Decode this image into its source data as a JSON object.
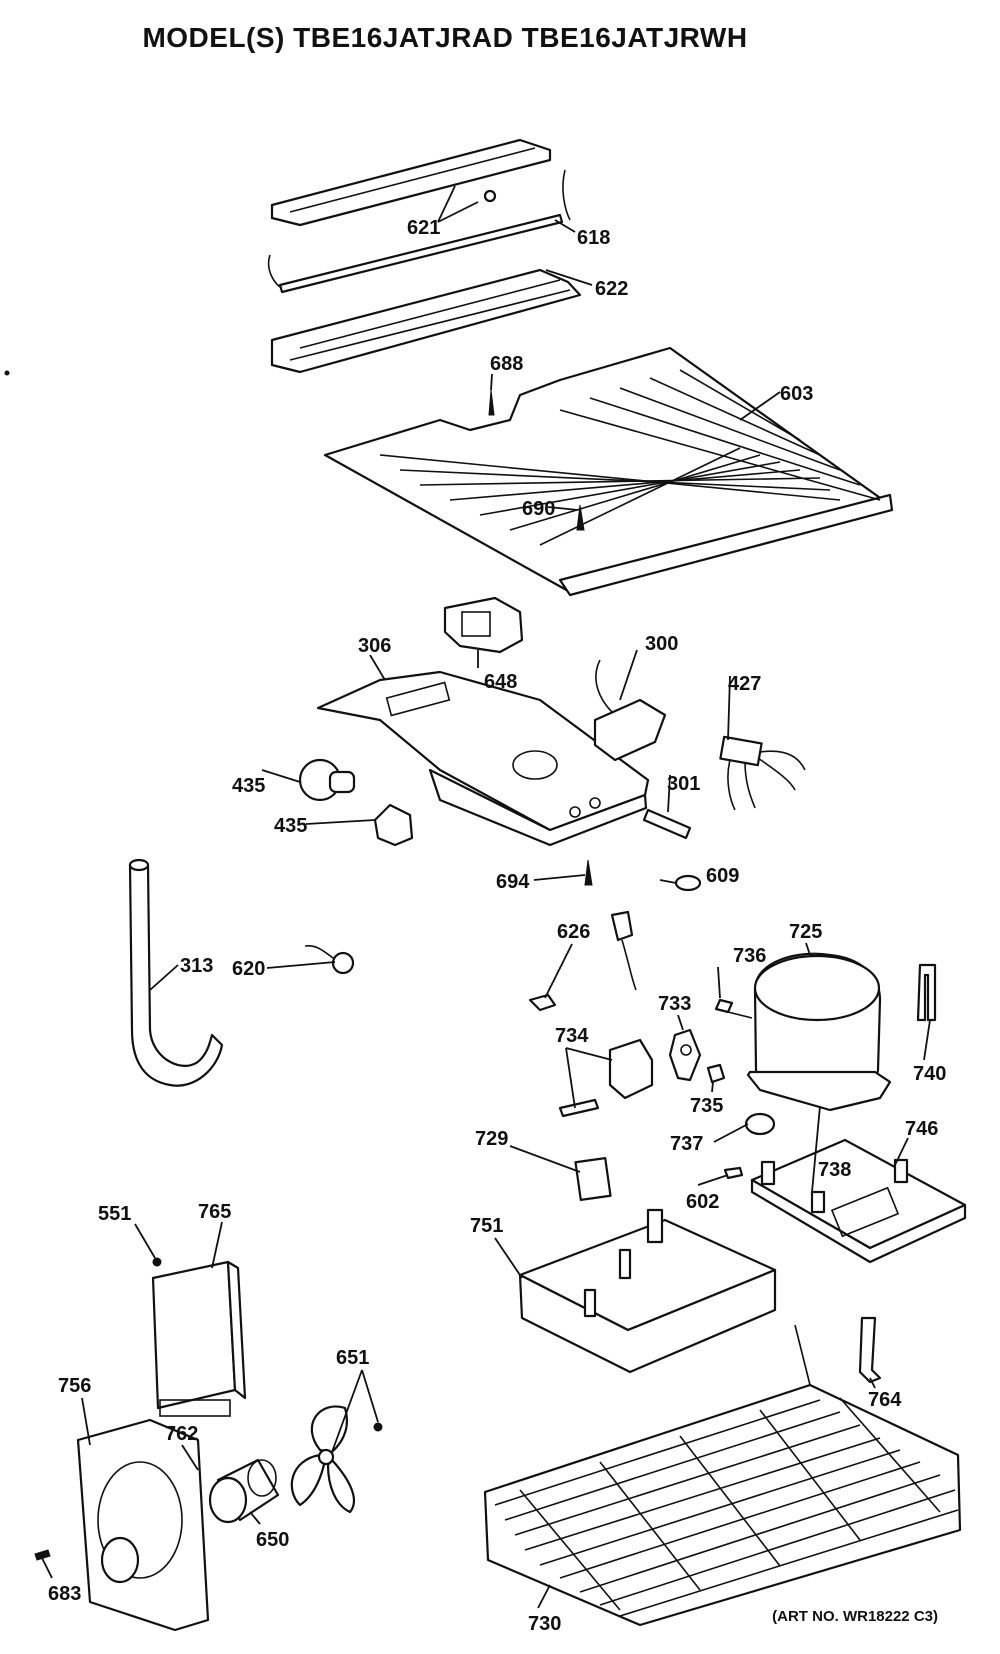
{
  "title": "MODEL(S) TBE16JATJRAD  TBE16JATJRWH",
  "art_no": "(ART NO. WR18222 C3)",
  "labels": {
    "p621": "621",
    "p618": "618",
    "p622": "622",
    "p688": "688",
    "p603": "603",
    "p690": "690",
    "p648": "648",
    "p306": "306",
    "p300": "300",
    "p427": "427",
    "p435a": "435",
    "p301": "301",
    "p435b": "435",
    "p694": "694",
    "p609": "609",
    "p313": "313",
    "p620": "620",
    "p626": "626",
    "p736": "736",
    "p725": "725",
    "p733": "733",
    "p740": "740",
    "p734": "734",
    "p735": "735",
    "p737": "737",
    "p729": "729",
    "p746": "746",
    "p738": "738",
    "p602": "602",
    "p551": "551",
    "p765": "765",
    "p751": "751",
    "p764": "764",
    "p756": "756",
    "p651": "651",
    "p762": "762",
    "p650": "650",
    "p683": "683",
    "p730": "730"
  }
}
